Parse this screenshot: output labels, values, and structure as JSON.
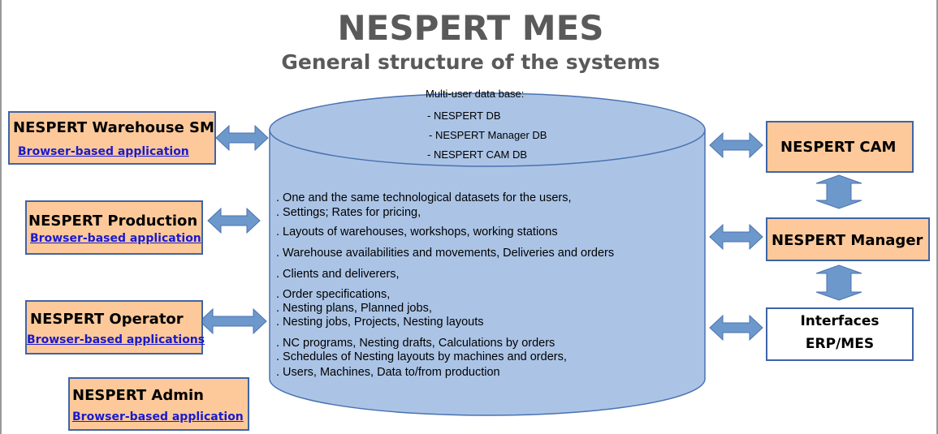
{
  "title": "NESPERT MES",
  "subtitle": "General structure of the systems",
  "database": {
    "header": "Multi-user data base:",
    "databases": [
      "-  NESPERT DB",
      "-  NESPERT Manager DB",
      "-  NESPERT CAM DB"
    ],
    "contents": [
      ". One and the same technological datasets for the users,",
      ". Settings; Rates for pricing,",
      ". Layouts of warehouses, workshops, working stations",
      ". Warehouse availabilities and movements, Deliveries and orders",
      ". Clients and deliverers,",
      ". Order specifications,",
      ". Nesting plans, Planned jobs,",
      ". Nesting jobs, Projects, Nesting layouts",
      ". NC programs, Nesting drafts, Calculations by orders",
      ". Schedules of Nesting layouts by machines and orders,",
      ". Users, Machines, Data to/from production"
    ]
  },
  "left_apps": [
    {
      "name": "NESPERT Warehouse SM",
      "sub": "Browser-based application"
    },
    {
      "name": "NESPERT Production",
      "sub": "Browser-based application"
    },
    {
      "name": "NESPERT Operator",
      "sub": "Browser-based applications"
    },
    {
      "name": "NESPERT Admin",
      "sub": "Browser-based application"
    }
  ],
  "right_apps": [
    {
      "name": "NESPERT CAM"
    },
    {
      "name": "NESPERT Manager"
    },
    {
      "name": "Interfaces",
      "name2": "ERP/MES"
    }
  ],
  "colors": {
    "box_fill": "#fdc99a",
    "box_border": "#3f64a6",
    "cylinder": "#abc4e6",
    "arrow": "#6d98cc"
  }
}
